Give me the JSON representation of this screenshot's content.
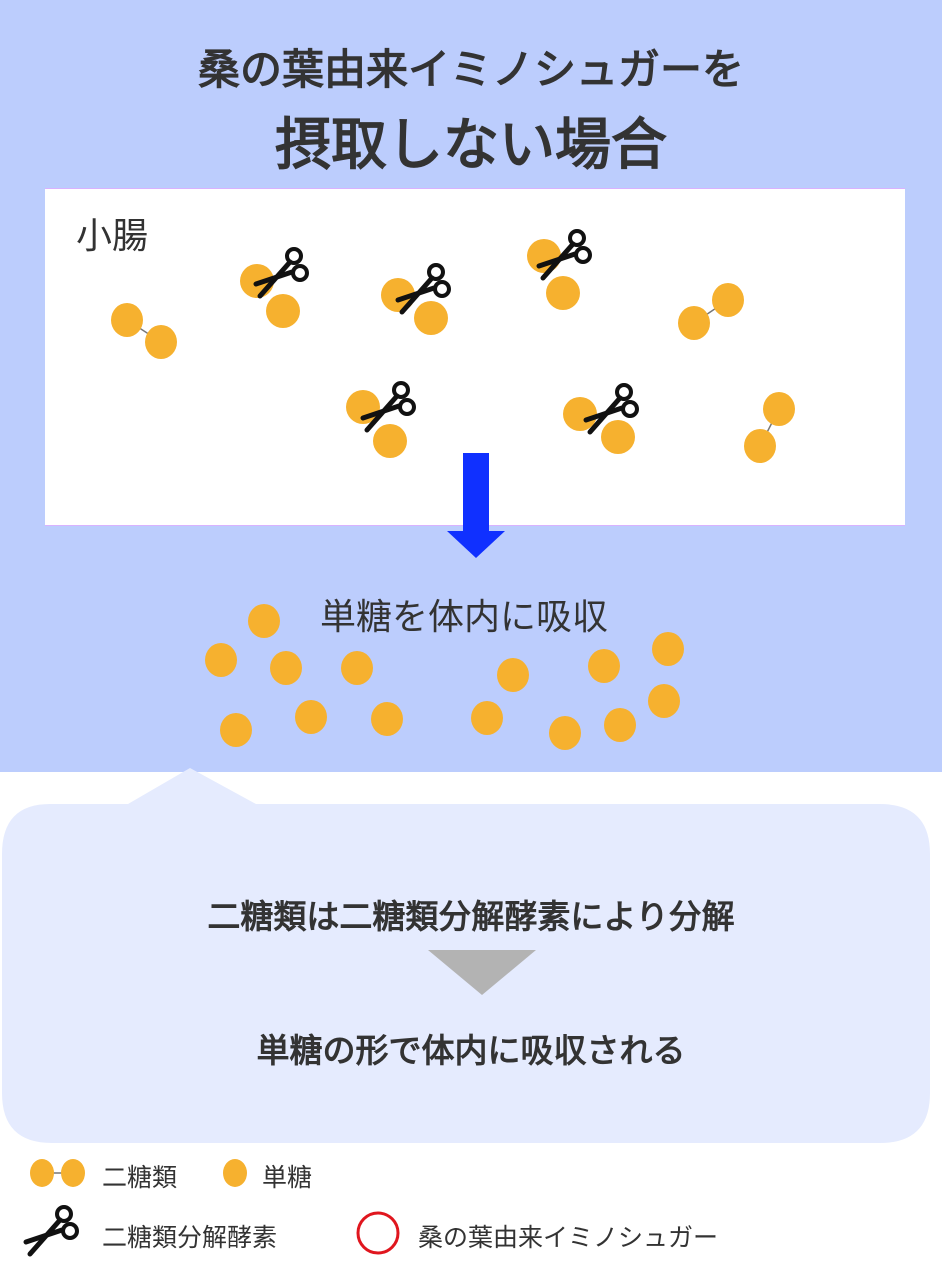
{
  "header": {
    "title_line1": "桑の葉由来イミノシュガーを",
    "title_line2": "摂取しない場合"
  },
  "intestine": {
    "label": "小腸"
  },
  "absorption": {
    "label": "単糖を体内に吸収"
  },
  "callout": {
    "line1": "二糖類は二糖類分解酵素により分解",
    "line2": "単糖の形で体内に吸収される"
  },
  "legend": {
    "disaccharide": "二糖類",
    "monosaccharide": "単糖",
    "enzyme": "二糖類分解酵素",
    "iminosugar": "桑の葉由来イミノシュガー"
  },
  "colors": {
    "panel_bg": "#bccdfd",
    "callout_bg": "#e5ebfe",
    "sugar": "#f6b12f",
    "arrow_blue": "#1030ff",
    "arrow_gray": "#b3b3b3",
    "iminosugar_ring": "#e0161e"
  },
  "icons": [
    "scissors-icon",
    "down-arrow-icon",
    "triangle-down-icon",
    "red-circle-icon"
  ]
}
